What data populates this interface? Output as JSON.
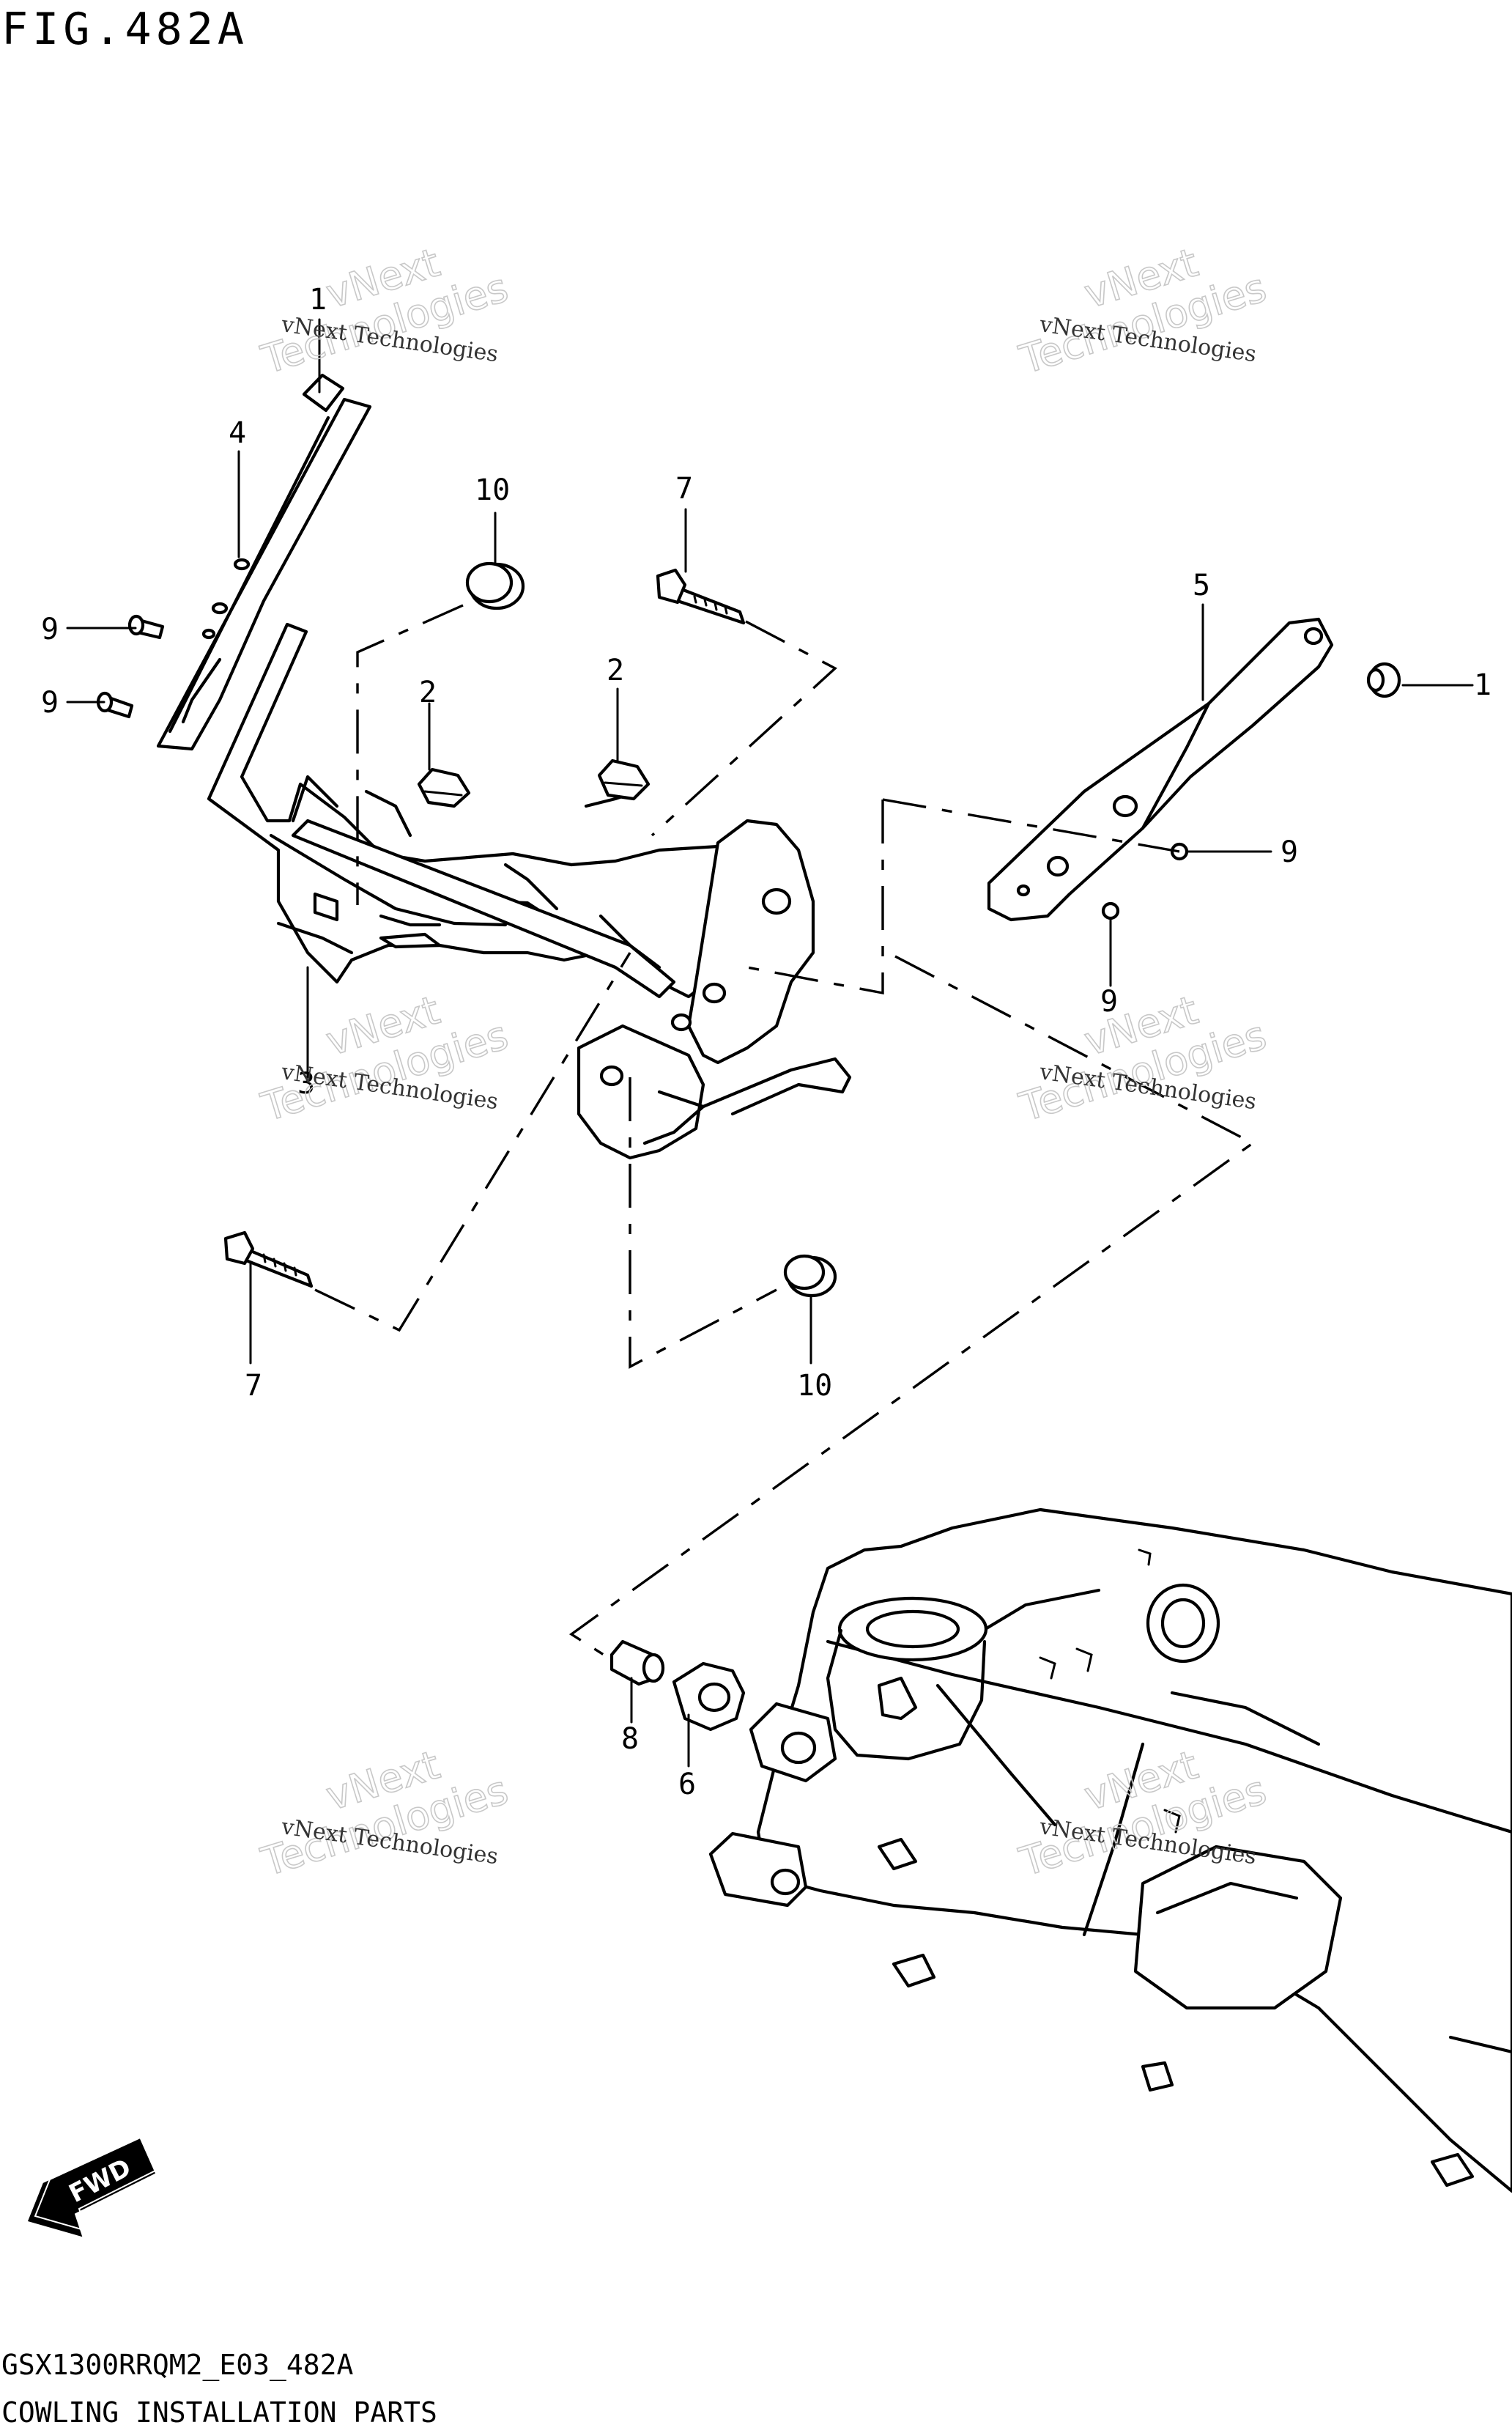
{
  "figure": {
    "title": "FIG.482A",
    "code": "GSX1300RRQM2_E03_482A",
    "caption": "COWLING INSTALLATION PARTS"
  },
  "callouts": [
    {
      "id": "c1a",
      "label": "1"
    },
    {
      "id": "c1b",
      "label": "1"
    },
    {
      "id": "c2a",
      "label": "2"
    },
    {
      "id": "c2b",
      "label": "2"
    },
    {
      "id": "c3",
      "label": "3"
    },
    {
      "id": "c4",
      "label": "4"
    },
    {
      "id": "c5",
      "label": "5"
    },
    {
      "id": "c6",
      "label": "6"
    },
    {
      "id": "c7a",
      "label": "7"
    },
    {
      "id": "c7b",
      "label": "7"
    },
    {
      "id": "c8",
      "label": "8"
    },
    {
      "id": "c9a",
      "label": "9"
    },
    {
      "id": "c9b",
      "label": "9"
    },
    {
      "id": "c9c",
      "label": "9"
    },
    {
      "id": "c9d",
      "label": "9"
    },
    {
      "id": "c10a",
      "label": "10"
    },
    {
      "id": "c10b",
      "label": "10"
    }
  ],
  "watermark": {
    "line1": "vNext Technologies",
    "brand_top": "vNext",
    "brand_bottom": "Technologies"
  },
  "direction_arrow": {
    "label": "FWD",
    "icon": "fwd-arrow-icon"
  },
  "colors": {
    "ink": "#000000",
    "background": "#ffffff",
    "watermark": "#c8c8c8"
  }
}
